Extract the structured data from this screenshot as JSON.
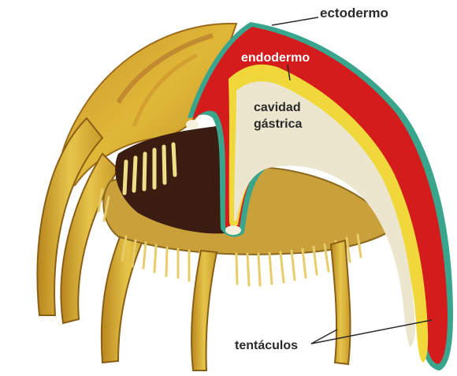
{
  "labels": {
    "ectodermo": "ectodermo",
    "endodermo": "endodermo",
    "cavidad_line1": "cavidad",
    "cavidad_line2": "gástrica",
    "tentaculos": "tentáculos"
  },
  "colors": {
    "ectoderm_outline": "#3aa58d",
    "endoderm": "#d41c1c",
    "mesoglea": "#f0d83a",
    "gastric_cavity": "#ece6cf",
    "body_ochre": "#d8b030",
    "body_dark": "#a86f1e",
    "inner_dark": "#3a1c10",
    "tentacle_light": "#efdf8a",
    "label_text": "#2a2a2a",
    "leader_line": "#2a2a2a"
  }
}
